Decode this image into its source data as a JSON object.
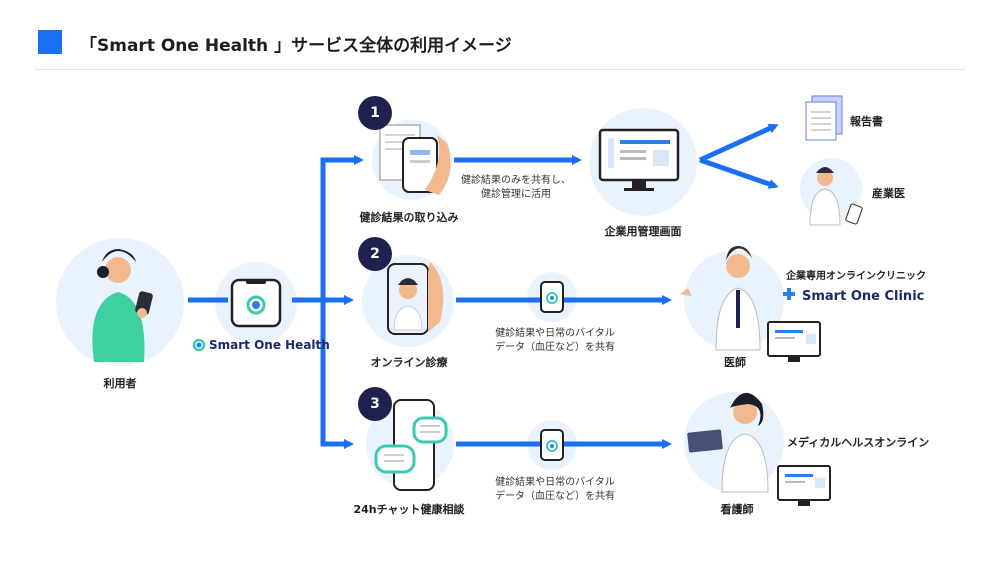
{
  "header": {
    "title": "「Smart One Health 」サービス全体の利用イメージ"
  },
  "user": {
    "label": "利用者"
  },
  "app": {
    "brand": "Smart One Health"
  },
  "steps": [
    {
      "number": "1",
      "label": "健診結果の取り込み"
    },
    {
      "number": "2",
      "label": "オンライン診療"
    },
    {
      "number": "3",
      "label": "24hチャット健康相談"
    }
  ],
  "flow1": {
    "caption_line1": "健診結果のみを共有し、",
    "caption_line2": "健診管理に活用",
    "destination": "企業用管理画面",
    "outputs": [
      "報告書",
      "産業医"
    ]
  },
  "flow2": {
    "caption_line1": "健診結果や日常のバイタル",
    "caption_line2": "データ（血圧など）を共有",
    "destination": "医師",
    "service_sub": "企業専用オンラインクリニック",
    "service_brand": "Smart One Clinic"
  },
  "flow3": {
    "caption_line1": "健診結果や日常のバイタル",
    "caption_line2": "データ（血圧など）を共有",
    "destination": "看護師",
    "service_name": "メディカルヘルスオンライン"
  },
  "colors": {
    "accent": "#1a6ff5",
    "navy": "#1f2150",
    "circle_bg": "#e9f3fd",
    "teal": "#3cc9b0"
  }
}
